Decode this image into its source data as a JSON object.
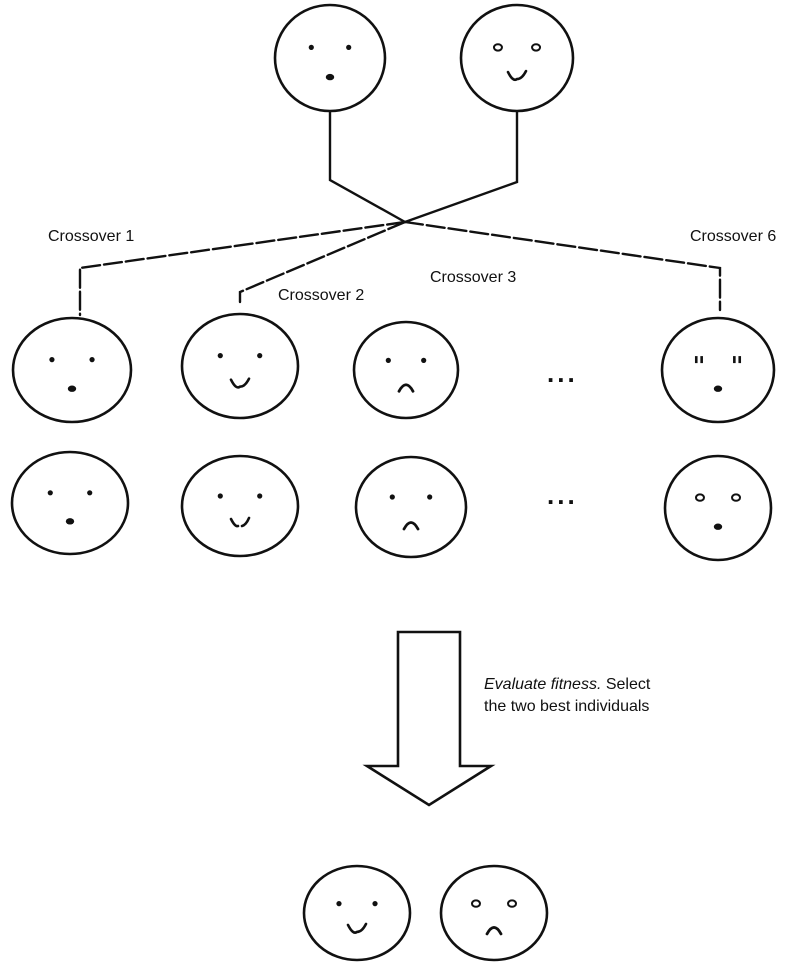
{
  "labels": {
    "crossover_1": "Crossover 1",
    "crossover_2": "Crossover 2",
    "crossover_3": "Crossover 3",
    "crossover_6": "Crossover 6",
    "ellipsis": "..."
  },
  "caption": {
    "italic": "Evaluate fitness.",
    "line1_rest": " Select",
    "line2": "the two best individuals"
  },
  "faces": {
    "parents": [
      "dot_eyes_round_mouth",
      "ring_eyes_smile"
    ],
    "offspring_row_1": [
      "dot_eyes_round_mouth",
      "dot_eyes_smile",
      "dot_eyes_frown",
      "double_dash_eyes_round_mouth"
    ],
    "offspring_row_2": [
      "dot_eyes_round_mouth",
      "dot_eyes_split_smile",
      "dot_eyes_frown",
      "ring_eyes_round_mouth"
    ],
    "selected": [
      "dot_eyes_smile",
      "ring_eyes_frown"
    ]
  }
}
